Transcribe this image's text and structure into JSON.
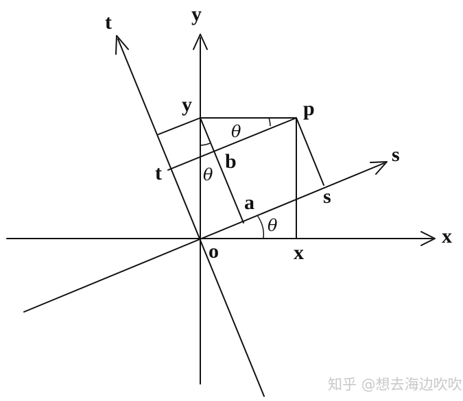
{
  "labels": {
    "y_axis": "y",
    "t_axis": "t",
    "s_axis": "s",
    "x_axis": "x",
    "origin": "o",
    "point_p": "p",
    "point_y": "y",
    "point_x": "x",
    "point_t": "t",
    "point_s": "s",
    "point_a": "a",
    "point_b": "b"
  },
  "angles": {
    "at_p": "θ",
    "at_y": "θ",
    "at_o": "θ"
  },
  "watermark": "知乎 @想去海边吹吹风"
}
